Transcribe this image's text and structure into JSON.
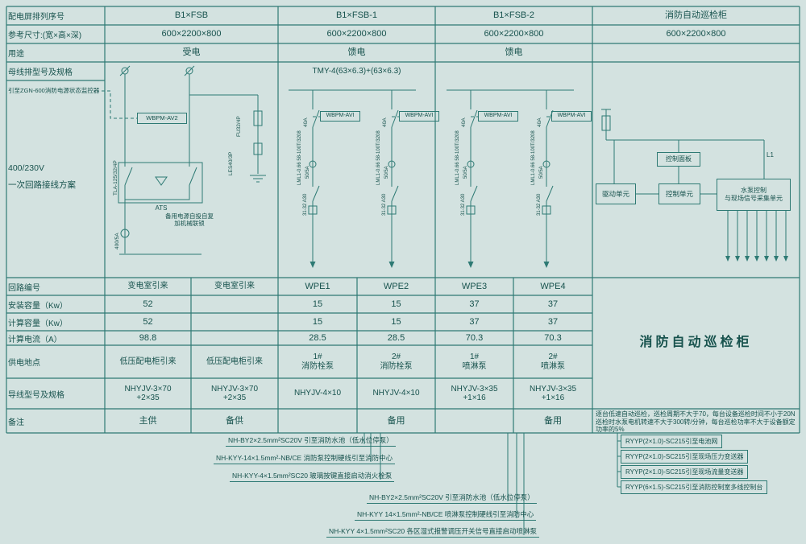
{
  "colors": {
    "background": "#d3e2e0",
    "ink": "#2e7a74",
    "text": "#17524d"
  },
  "labels": {
    "arrangement": "配电屏排列序号",
    "size": "参考尺寸:(宽×高×深)",
    "usage": "用途",
    "busbar": "母线排型号及规格",
    "scheme1": "400/230V",
    "scheme2": "一次回路接线方案",
    "circuit": "回路编号",
    "installed": "安装容量（Kw）",
    "calc_capacity": "计算容量（Kw）",
    "calc_current": "计算电流（A）",
    "location": "供电地点",
    "wire": "导线型号及规格",
    "remark": "备注"
  },
  "panels": {
    "p1": {
      "name": "B1×FSB",
      "size": "600×2200×800",
      "usage": "受电"
    },
    "p2": {
      "name": "B1×FSB-1",
      "size": "600×2200×800",
      "usage": "馈电",
      "busbar": "TMY-4(63×6.3)+(63×6.3)"
    },
    "p3": {
      "name": "B1×FSB-2",
      "size": "600×2200×800",
      "usage": "馈电"
    },
    "p4": {
      "name": "消防自动巡检柜",
      "size": "600×2200×800"
    }
  },
  "circuits": {
    "c1": {
      "id": "变电室引来",
      "installed": "52",
      "calc_capacity": "52",
      "calc_current": "98.8",
      "location": "低压配电柜引来",
      "wire1": "NHYJV-3×70",
      "wire2": "+2×35",
      "remark": "主供"
    },
    "c2": {
      "id": "变电室引来",
      "location": "低压配电柜引来",
      "wire1": "NHYJV-3×70",
      "wire2": "+2×35",
      "remark": "备供"
    },
    "c3": {
      "id": "WPE1",
      "installed": "15",
      "calc_capacity": "15",
      "calc_current": "28.5",
      "location1": "1#",
      "location2": "消防栓泵",
      "wire1": "NHYJV-4×10"
    },
    "c4": {
      "id": "WPE2",
      "installed": "15",
      "calc_capacity": "15",
      "calc_current": "28.5",
      "location1": "2#",
      "location2": "消防栓泵",
      "wire1": "NHYJV-4×10",
      "remark": "备用"
    },
    "c5": {
      "id": "WPE3",
      "installed": "37",
      "calc_capacity": "37",
      "calc_current": "70.3",
      "location1": "1#",
      "location2": "喷淋泵",
      "wire1": "NHYJV-3×35",
      "wire2": "+1×16"
    },
    "c6": {
      "id": "WPE4",
      "installed": "37",
      "calc_capacity": "37",
      "calc_current": "70.3",
      "location1": "2#",
      "location2": "喷淋泵",
      "wire1": "NHYJV-3×35",
      "wire2": "+1×16",
      "remark": "备用"
    }
  },
  "inspection_cabinet": {
    "title": "消防自动巡检柜",
    "remark": "逐台低速自动巡检，巡检周期不大于70，每台设备巡检时间不小于20N巡检时水泵电机转速不大于300转/分钟，每台巡检功率不大于设备额定功率的5%"
  },
  "schematic": {
    "monitor_note": "引至ZGN-600消防电源状态监控器",
    "meter_main": "WBPM-AV2",
    "ats_switch": "TLA-125/32/4P",
    "ats": "ATS",
    "ats_note1": "备用电源自投自复",
    "ats_note2": "加机械联锁",
    "main_ct": "400/5A",
    "fuse": "FU32/4P",
    "arrester": "LES40/3P",
    "feeder_meter": "WBPM-AVI",
    "feeder_amp": "40A",
    "feeder_ct": "LML1-0.66 58-100T/3208",
    "feeder_ct_ratio": "50/5A",
    "feeder_breaker": "31-32 A30",
    "control_panel": "控制面板",
    "drive_unit": "驱动单元",
    "control_unit": "控制单元",
    "pump_unit1": "水泵控制",
    "pump_unit2": "与现场信号采集单元",
    "phase": "L1"
  },
  "cable_notes": {
    "hydrant": [
      "NH-BY2×2.5mm²SC20V 引至消防水池（低水位停泵）",
      "NH-KYY-14×1.5mm²-NB/CE 消防泵控制硬线引至消防中心",
      "NH-KYY-4×1.5mm²SC20 玻璃按键直接启动消火栓泵"
    ],
    "sprinkler": [
      "NH-BY2×2.5mm²SC20V 引至消防水池（低水位停泵）",
      "NH-KYY 14×1.5mm²-NB/CE 喷淋泵控制硬线引至消防中心",
      "NH-KYY 4×1.5mm²SC20 各区湿式报警调压开关信号直接启动喷淋泵"
    ],
    "inspection": [
      "RYYP(2×1.0)-SC215引至电池网",
      "RYYP(2×1.0)-SC215引至现场压力变送器",
      "RYYP(2×1.0)-SC215引至现场流量变送器",
      "RYYP(6×1.5)-SC215引至消防控制室多线控制台"
    ]
  }
}
